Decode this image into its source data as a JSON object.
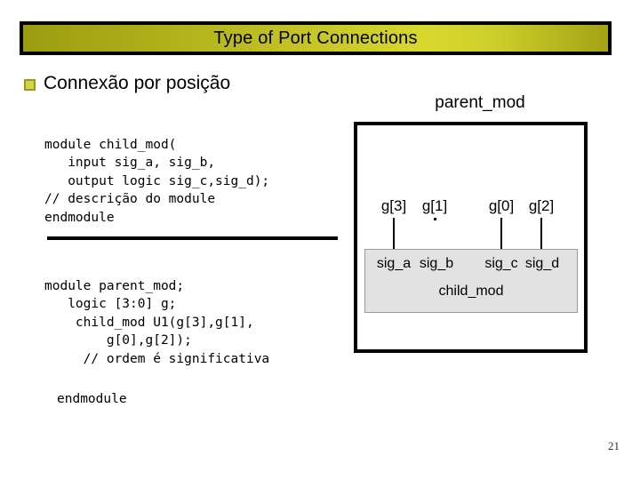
{
  "slide": {
    "title": "Type of Port Connections",
    "page_number": "21",
    "accent_color_dark": "#9c9c12",
    "accent_color_bright": "#d8d82e",
    "bullet_fill": "#d4d44a",
    "bullet_border": "#9a9a1a"
  },
  "bullet": {
    "glyph": "filled-square-bullet",
    "label": "Connexão por posição"
  },
  "code": {
    "child_module": "module child_mod(\n   input sig_a, sig_b,\n   output logic sig_c,sig_d);\n// descrição do module\nendmodule",
    "parent_module": "module parent_mod;\n   logic [3:0] g;\n    child_mod U1(g[3],g[1],\n        g[0],g[2]);\n     // ordem é significativa",
    "end_module": "endmodule"
  },
  "diagram": {
    "parent_label": "parent_mod",
    "child_label": "child_mod",
    "connections": [
      {
        "net": "g[3]",
        "port": "sig_a",
        "wire": "full"
      },
      {
        "net": "g[1]",
        "port": "sig_b",
        "wire": "stub"
      },
      {
        "net": "g[0]",
        "port": "sig_c",
        "wire": "full"
      },
      {
        "net": "g[2]",
        "port": "sig_d",
        "wire": "full"
      }
    ],
    "child_box_fill": "#e2e2e2",
    "child_box_border": "#9a9a9a"
  }
}
